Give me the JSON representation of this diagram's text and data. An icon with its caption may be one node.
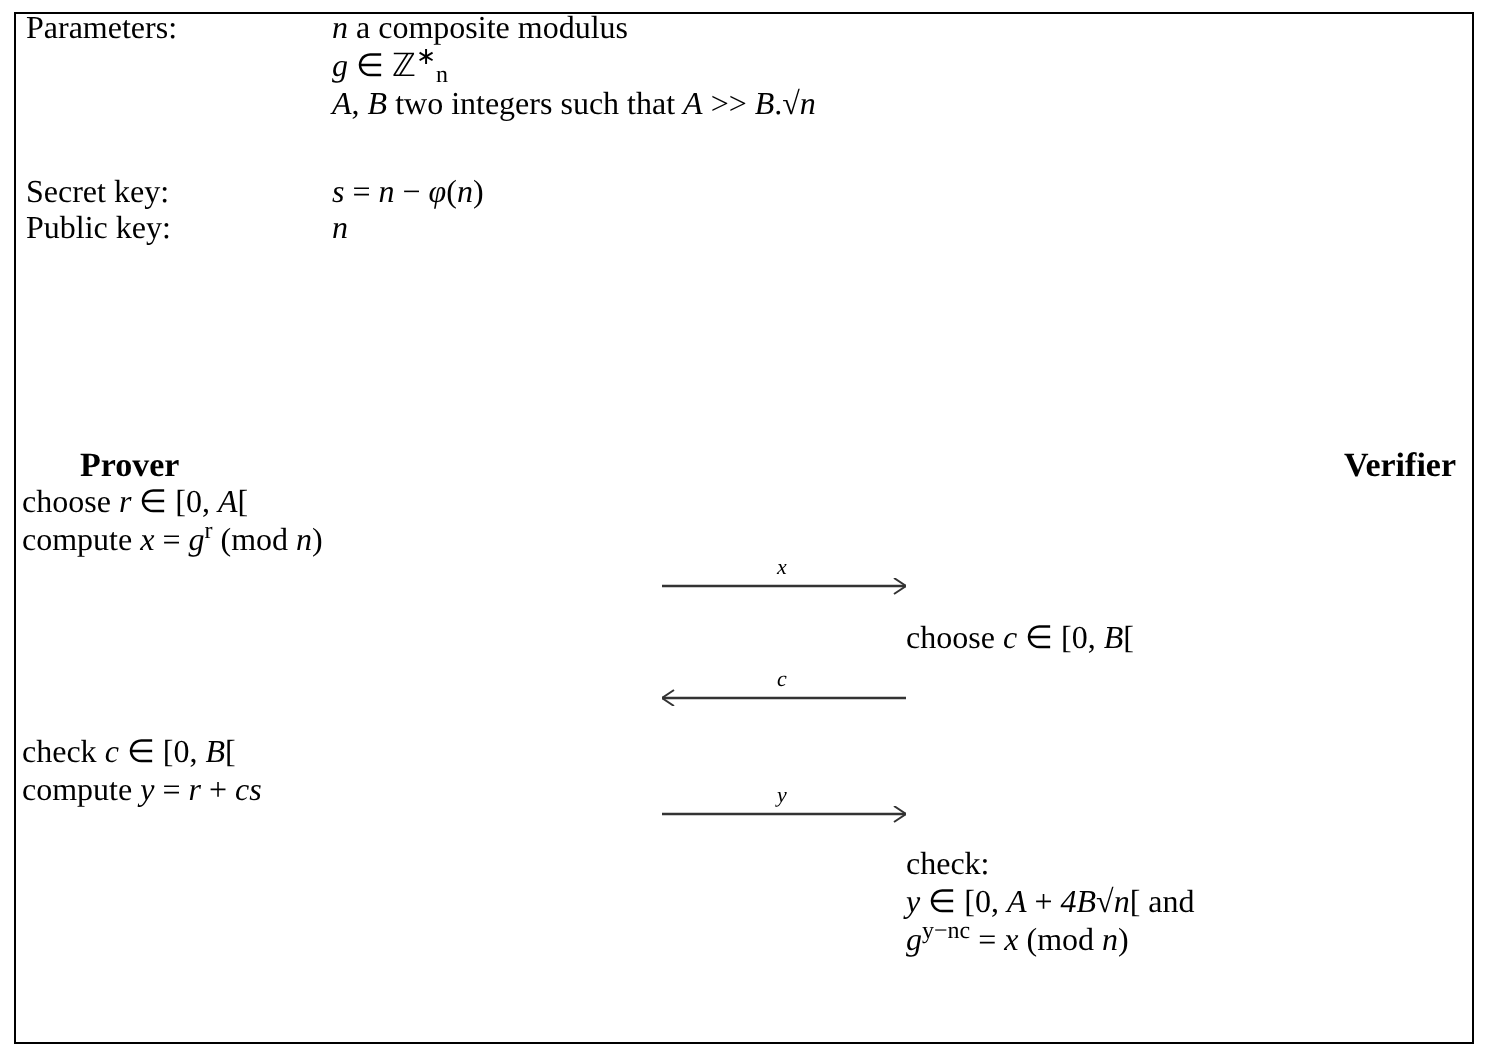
{
  "diagram": {
    "nodes": [
      {
        "text": [],
        "shape": "box"
      },
      {
        "text": [
          "choose *r* ∈ [0, *A*[",
          "compute *x* = *g*$^{r}$ (mod *n*)"
        ],
        "in": 0
      },
      {
        "text": [
          "choose *c* ∈ [0, *B*["
        ],
        "in": 0
      },
      {
        "text": [
          "check *c* ∈ [0, *B*[",
          "compute *y* = *r* + *cs*"
        ],
        "in": 0
      },
      {
        "text": [
          "check:",
          "*y* ∈ [0, *A* + *4B*√*n*[ and",
          "*g*$^{y−nc}$ = *x* (mod *n*)"
        ],
        "in": 0
      }
    ],
    "edges": [
      {
        "from": 1,
        "to": 2,
        "arrow": "to",
        "label": "x"
      },
      {
        "from": 2,
        "to": 3,
        "arrow": "to",
        "label": "c"
      },
      {
        "from": 3,
        "to": 4,
        "arrow": "to",
        "label": "y"
      }
    ],
    "labels": [
      "Parameters:",
      "*n* a composite modulus",
      "*g* ∈ ℤ$^{∗}$$_{n}$",
      "*A*, *B* two integers such that *A* >> *B*.√*n*",
      "Secret key:",
      "*s* = *n* − *φ*(*n*)",
      "Public key:",
      "*n*",
      "Prover",
      "Verifier"
    ]
  }
}
